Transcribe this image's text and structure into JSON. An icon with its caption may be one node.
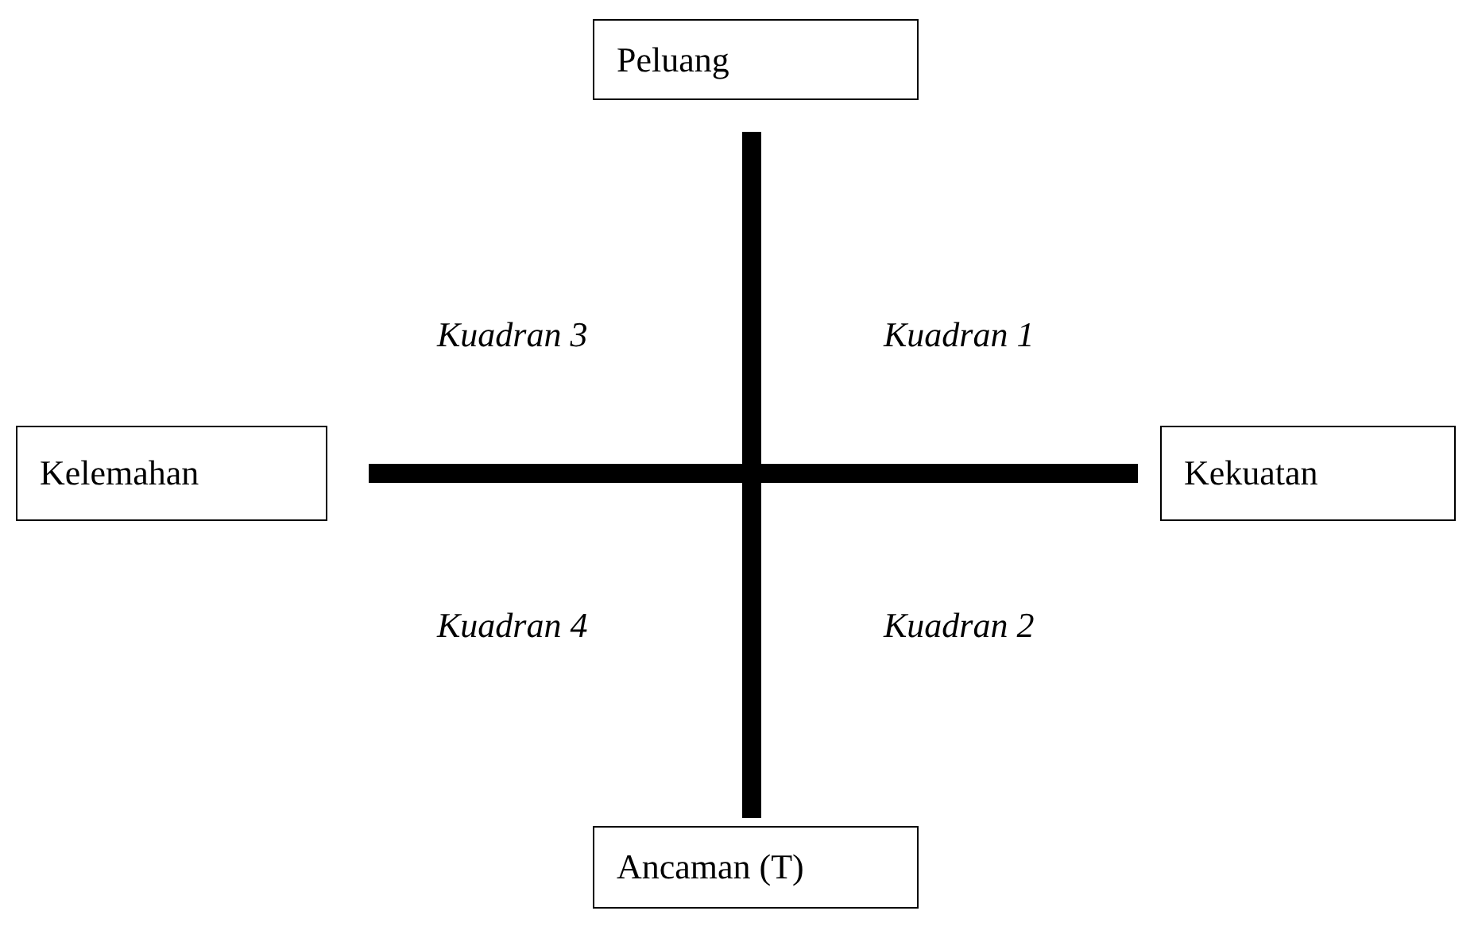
{
  "diagram": {
    "nodes": [
      {
        "text": [
          "Peluang"
        ]
      },
      {
        "text": [
          "Kelemahan"
        ]
      },
      {
        "text": [
          "Kekuatan"
        ]
      },
      {
        "text": [
          "Ancaman (T)"
        ]
      }
    ],
    "labels": [
      "Kuadran 3",
      "Kuadran 1",
      "Kuadran 4",
      "Kuadran 2"
    ]
  }
}
